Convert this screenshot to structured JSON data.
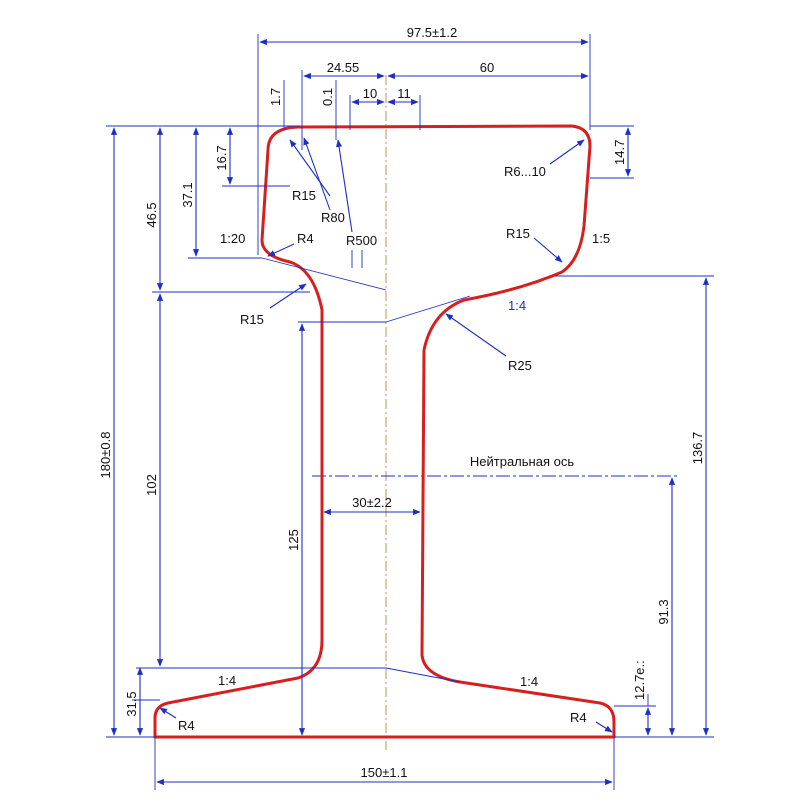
{
  "colors": {
    "profile": "#d61f1f",
    "dimension": "#1f2fc4",
    "centerline": "#c8924a",
    "text": "#111111"
  },
  "dimensions": {
    "head_width": "97.5±1.2",
    "head_offset": "24.55",
    "head_right": "60",
    "t17": "1.7",
    "t01": "0.1",
    "t10": "10",
    "t11": "11",
    "t147": "14.7",
    "t167": "16.7",
    "t371": "37.1",
    "t465": "46.5",
    "height": "180±0.8",
    "t102": "102",
    "t125": "125",
    "t1367": "136.7",
    "t913": "91.3",
    "t127": "12.7е.:",
    "t315": "31.5",
    "web": "30±2.2",
    "base_width": "150±1.1"
  },
  "radii": {
    "r15_head": "R15",
    "r80": "R80",
    "r500": "R500",
    "r4_head": "R4",
    "r6_10": "R6...10",
    "r15_right": "R15",
    "r15_left": "R15",
    "r25": "R25",
    "r4_left": "R4",
    "r4_right": "R4"
  },
  "slopes": {
    "s120": "1:20",
    "s15": "1:5",
    "s14_top": "1:4",
    "s14_left": "1:4",
    "s14_right": "1:4"
  },
  "labels": {
    "neutral_axis": "Нейтральная ось"
  }
}
